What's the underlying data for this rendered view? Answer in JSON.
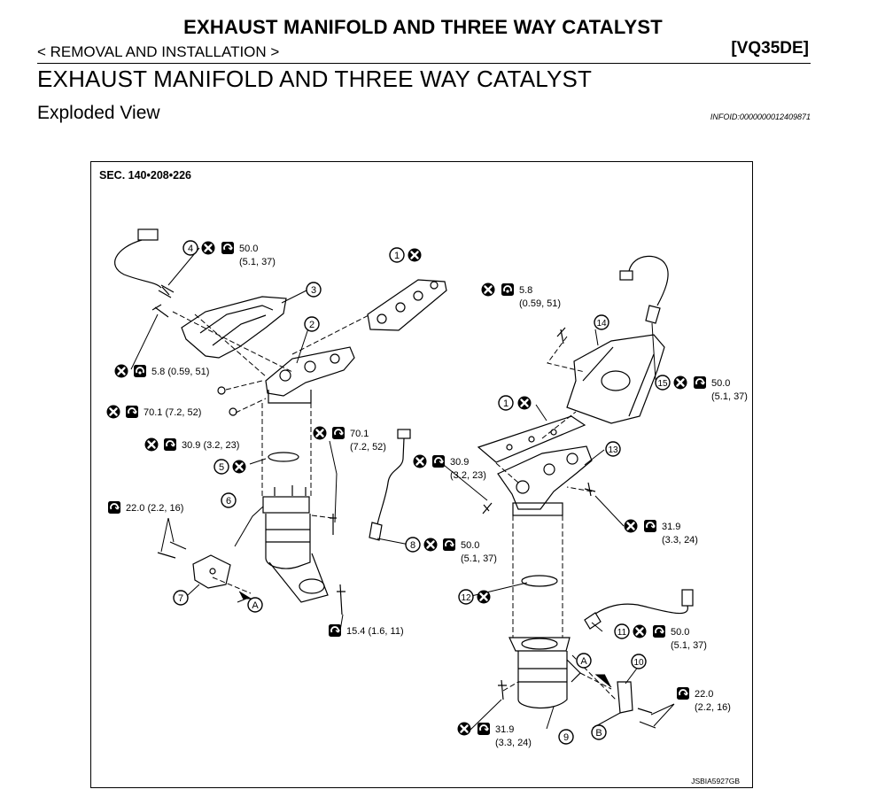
{
  "header": {
    "title": "EXHAUST MANIFOLD AND THREE WAY CATALYST",
    "breadcrumb": "< REMOVAL AND INSTALLATION >",
    "model": "[VQ35DE]"
  },
  "section": {
    "title": "EXHAUST MANIFOLD AND THREE WAY CATALYST",
    "subtitle": "Exploded View",
    "info_id": "INFOID:0000000012409871"
  },
  "diagram": {
    "section_ref": "SEC. 140•208•226",
    "figure_id": "JSBIA5927GB",
    "callouts": {
      "c1a": "1",
      "c1b": "1",
      "c2": "2",
      "c3": "3",
      "c4": "4",
      "c5": "5",
      "c6": "6",
      "c7": "7",
      "c8": "8",
      "c9": "9",
      "c10": "10",
      "c11": "11",
      "c12": "12",
      "c13": "13",
      "c14": "14",
      "c15": "15",
      "refA1": "A",
      "refA2": "A",
      "refB": "B"
    },
    "torques": {
      "t4a": "50.0",
      "t4b": "(5.1, 37)",
      "tL58": "5.8 (0.59, 51)",
      "tL701": "70.1 (7.2, 52)",
      "tL309": "30.9 (3.2, 23)",
      "tM701a": "70.1",
      "tM701b": "(7.2, 52)",
      "tL220": "22.0 (2.2, 16)",
      "t8a": "50.0",
      "t8b": "(5.1, 37)",
      "t154": "15.4 (1.6, 11)",
      "tR58a": "5.8",
      "tR58b": "(0.59, 51)",
      "t15a": "50.0",
      "t15b": "(5.1, 37)",
      "tR309a": "30.9",
      "tR309b": "(3.2, 23)",
      "tR319a": "31.9",
      "tR319b": "(3.3, 24)",
      "t11a": "50.0",
      "t11b": "(5.1, 37)",
      "tR220a": "22.0",
      "tR220b": "(2.2, 16)",
      "tB319a": "31.9",
      "tB319b": "(3.3, 24)"
    }
  }
}
